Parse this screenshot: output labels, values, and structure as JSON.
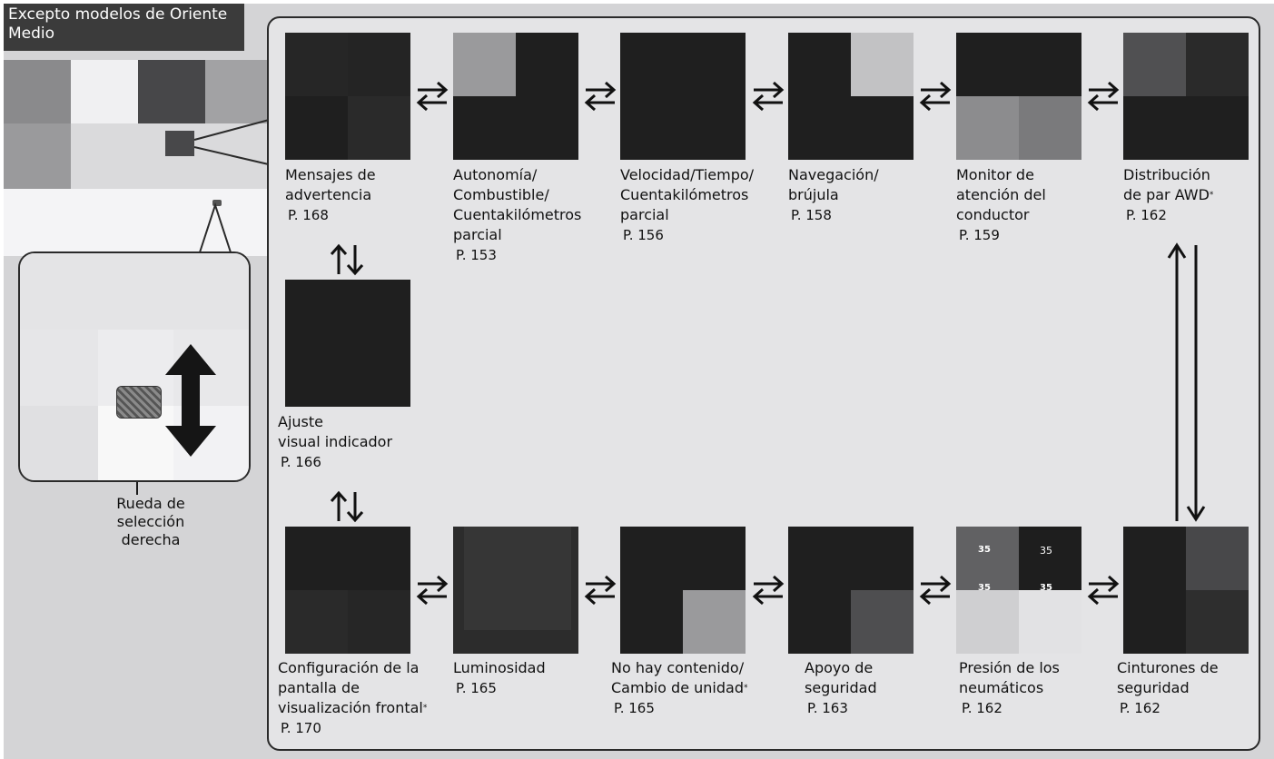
{
  "banner": "Excepto modelos de Oriente Medio",
  "wheel_label": "Rueda de\nselección\nderecha",
  "screens": [
    {
      "id": "mensajes",
      "title": "Mensajes de\nadvertencia",
      "page": "P. 168",
      "note": ""
    },
    {
      "id": "autonomia",
      "title": "Autonomía/\nCombustible/\nCuentakilómetros\nparcial",
      "page": "P. 153",
      "note": ""
    },
    {
      "id": "velocidad",
      "title": "Velocidad/Tiempo/\nCuentakilómetros\nparcial",
      "page": "P. 156",
      "note": ""
    },
    {
      "id": "navegacion",
      "title": "Navegación/\nbrújula",
      "page": "P. 158",
      "note": ""
    },
    {
      "id": "monitor",
      "title": "Monitor de\natención del\nconductor",
      "page": "P. 159",
      "note": ""
    },
    {
      "id": "awd",
      "title": "Distribución\nde par AWD",
      "page": "P. 162",
      "note": "*"
    },
    {
      "id": "ajuste",
      "title": "Ajuste\nvisual indicador",
      "page": "P. 166",
      "note": ""
    },
    {
      "id": "hud",
      "title": "Configuración de la\npantalla de\nvisualización frontal",
      "page": "P. 170",
      "note": "*"
    },
    {
      "id": "luminosidad",
      "title": "Luminosidad",
      "page": "P. 165",
      "note": ""
    },
    {
      "id": "nocontenido",
      "title": "No hay contenido/\nCambio de unidad",
      "page": "P. 165",
      "note": "*"
    },
    {
      "id": "apoyo",
      "title": "Apoyo de\nseguridad",
      "page": "P. 163",
      "note": ""
    },
    {
      "id": "presion",
      "title": "Presión de los\nneumáticos",
      "page": "P. 162",
      "note": ""
    },
    {
      "id": "cinturones",
      "title": "Cinturones de\nseguridad",
      "page": "P. 162",
      "note": ""
    }
  ],
  "tire_values": [
    "35",
    "35",
    "35",
    "35"
  ],
  "colors": {
    "panel": "#e4e4e6",
    "background": "#d4d4d6",
    "screen": "#1f1f1f",
    "banner": "#3b3b3b"
  }
}
